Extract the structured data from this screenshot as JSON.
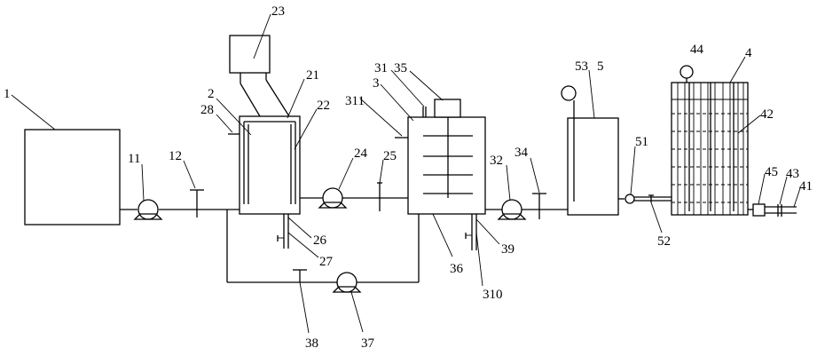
{
  "labels": {
    "l1": "1",
    "l11": "11",
    "l12": "12",
    "l2": "2",
    "l21": "21",
    "l22": "22",
    "l23": "23",
    "l24": "24",
    "l25": "25",
    "l26": "26",
    "l27": "27",
    "l28": "28",
    "l3": "3",
    "l31": "31",
    "l32": "32",
    "l34": "34",
    "l35": "35",
    "l36": "36",
    "l37": "37",
    "l38": "38",
    "l39": "39",
    "l310": "310",
    "l311": "311",
    "l4": "4",
    "l41": "41",
    "l42": "42",
    "l43": "43",
    "l44": "44",
    "l45": "45",
    "l5": "5",
    "l51": "51",
    "l52": "52",
    "l53": "53"
  }
}
